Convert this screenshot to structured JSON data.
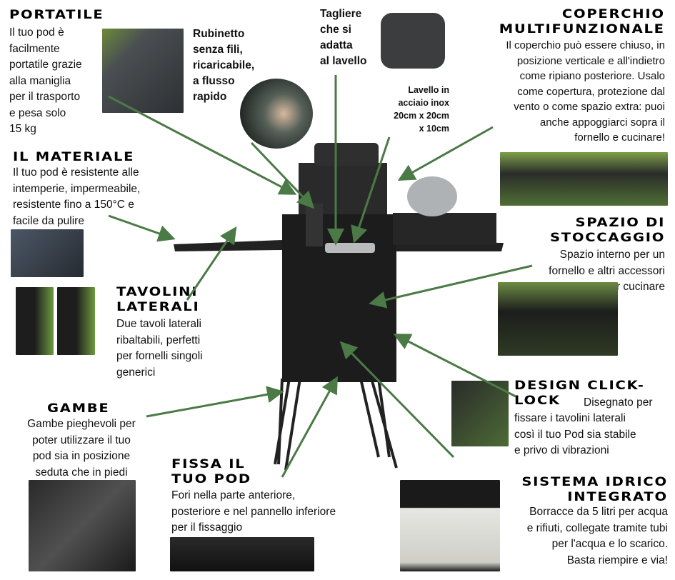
{
  "sections": {
    "portatile": {
      "title": "Portatile",
      "body": "Il tuo pod è\nfacilmente\nportatile grazie\nalla maniglia\nper il trasporto\n e pesa solo\n15 kg"
    },
    "rubinetto": {
      "body": "Rubinetto\nsenza fili,\nricaricabile,\na flusso\nrapido"
    },
    "tagliere": {
      "body": "Tagliere\nche si\nadatta\nal lavello"
    },
    "lavello": {
      "body": "Lavello in\nacciaio inox\n20cm x 20cm\nx 10cm"
    },
    "coperchio": {
      "title": "Coperchio\nmultifunzionale",
      "body": "Il coperchio può essere chiuso, in\nposizione verticale e all'indietro\ncome ripiano posteriore. Usalo\ncome copertura, protezione dal\nvento o come spazio extra: puoi\nanche appoggiarci sopra il\nfornello e cucinare!"
    },
    "materiale": {
      "title": "Il materiale",
      "body": "Il tuo pod è resistente alle\nintemperie, impermeabile,\nresistente fino a 150°C e\nfacile da pulire"
    },
    "tavolini": {
      "title": "Tavolini\nlaterali",
      "body": "Due tavoli laterali\nribaltabili, perfetti\nper fornelli singoli\ngenerici"
    },
    "stoccaggio": {
      "title": "Spazio di\nstoccaggio",
      "body": "Spazio interno per un\nfornello e altri accessori\nper cucinare"
    },
    "gambe": {
      "title": "Gambe",
      "body": "Gambe pieghevoli per\npoter utilizzare il tuo\npod sia in posizione\nseduta che in piedi"
    },
    "clicklock": {
      "title": "Design click-\nlock",
      "body_inline": "Disegnato per",
      "body": "fissare i tavolini laterali\ncosì il tuo Pod sia stabile\ne privo di vibrazioni"
    },
    "fissa": {
      "title": "Fissa il\ntuo pod",
      "body": "Fori nella parte anteriore,\nposteriore e nel pannello inferiore\nper il fissaggio"
    },
    "idrico": {
      "title": "Sistema idrico\nintegrato",
      "body": "Borracce da 5 litri per acqua\ne rifiuti, collegate tramite tubi\nper l'acqua e lo scarico.\nBasta riempire e via!"
    }
  },
  "colors": {
    "arrow": "#4b7a46",
    "product": "#1c1c1c"
  }
}
